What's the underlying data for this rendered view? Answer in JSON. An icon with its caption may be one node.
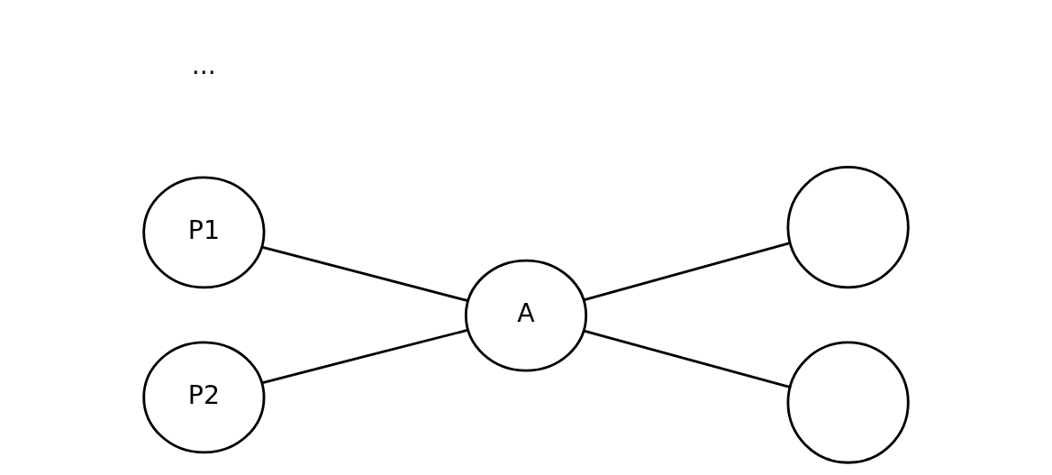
{
  "diagram": {
    "nodes": [
      {
        "text": [
          "P1"
        ]
      },
      {
        "text": [
          "P2"
        ]
      },
      {
        "text": [
          "A"
        ]
      },
      {
        "text": [],
        "shape": "circle"
      },
      {
        "text": [],
        "shape": "circle"
      }
    ],
    "edges": [
      {
        "from": 0,
        "to": 2,
        "arrow": "none"
      },
      {
        "from": 1,
        "to": 2,
        "arrow": "none"
      },
      {
        "from": 2,
        "to": 3,
        "arrow": "none"
      },
      {
        "from": 2,
        "to": 4,
        "arrow": "none"
      }
    ],
    "labels": [
      "..."
    ]
  }
}
